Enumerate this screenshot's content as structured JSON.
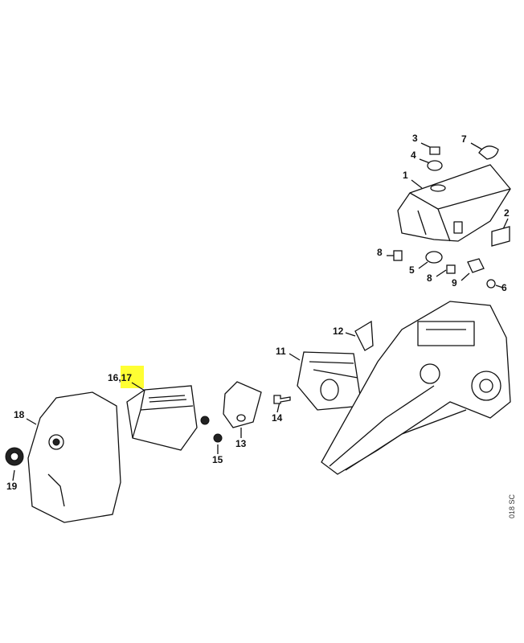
{
  "highlight_color": "#ffff33",
  "labels": {
    "p1": "1",
    "p2": "2",
    "p3": "3",
    "p4": "4",
    "p5": "5",
    "p6": "6",
    "p7": "7",
    "p8a": "8",
    "p8b": "8",
    "p9": "9",
    "p11": "11",
    "p12": "12",
    "p13": "13",
    "p14": "14",
    "p15": "15",
    "p16_17": "16,17",
    "p18": "18",
    "p19": "19"
  },
  "drawing_code": "018 SC"
}
